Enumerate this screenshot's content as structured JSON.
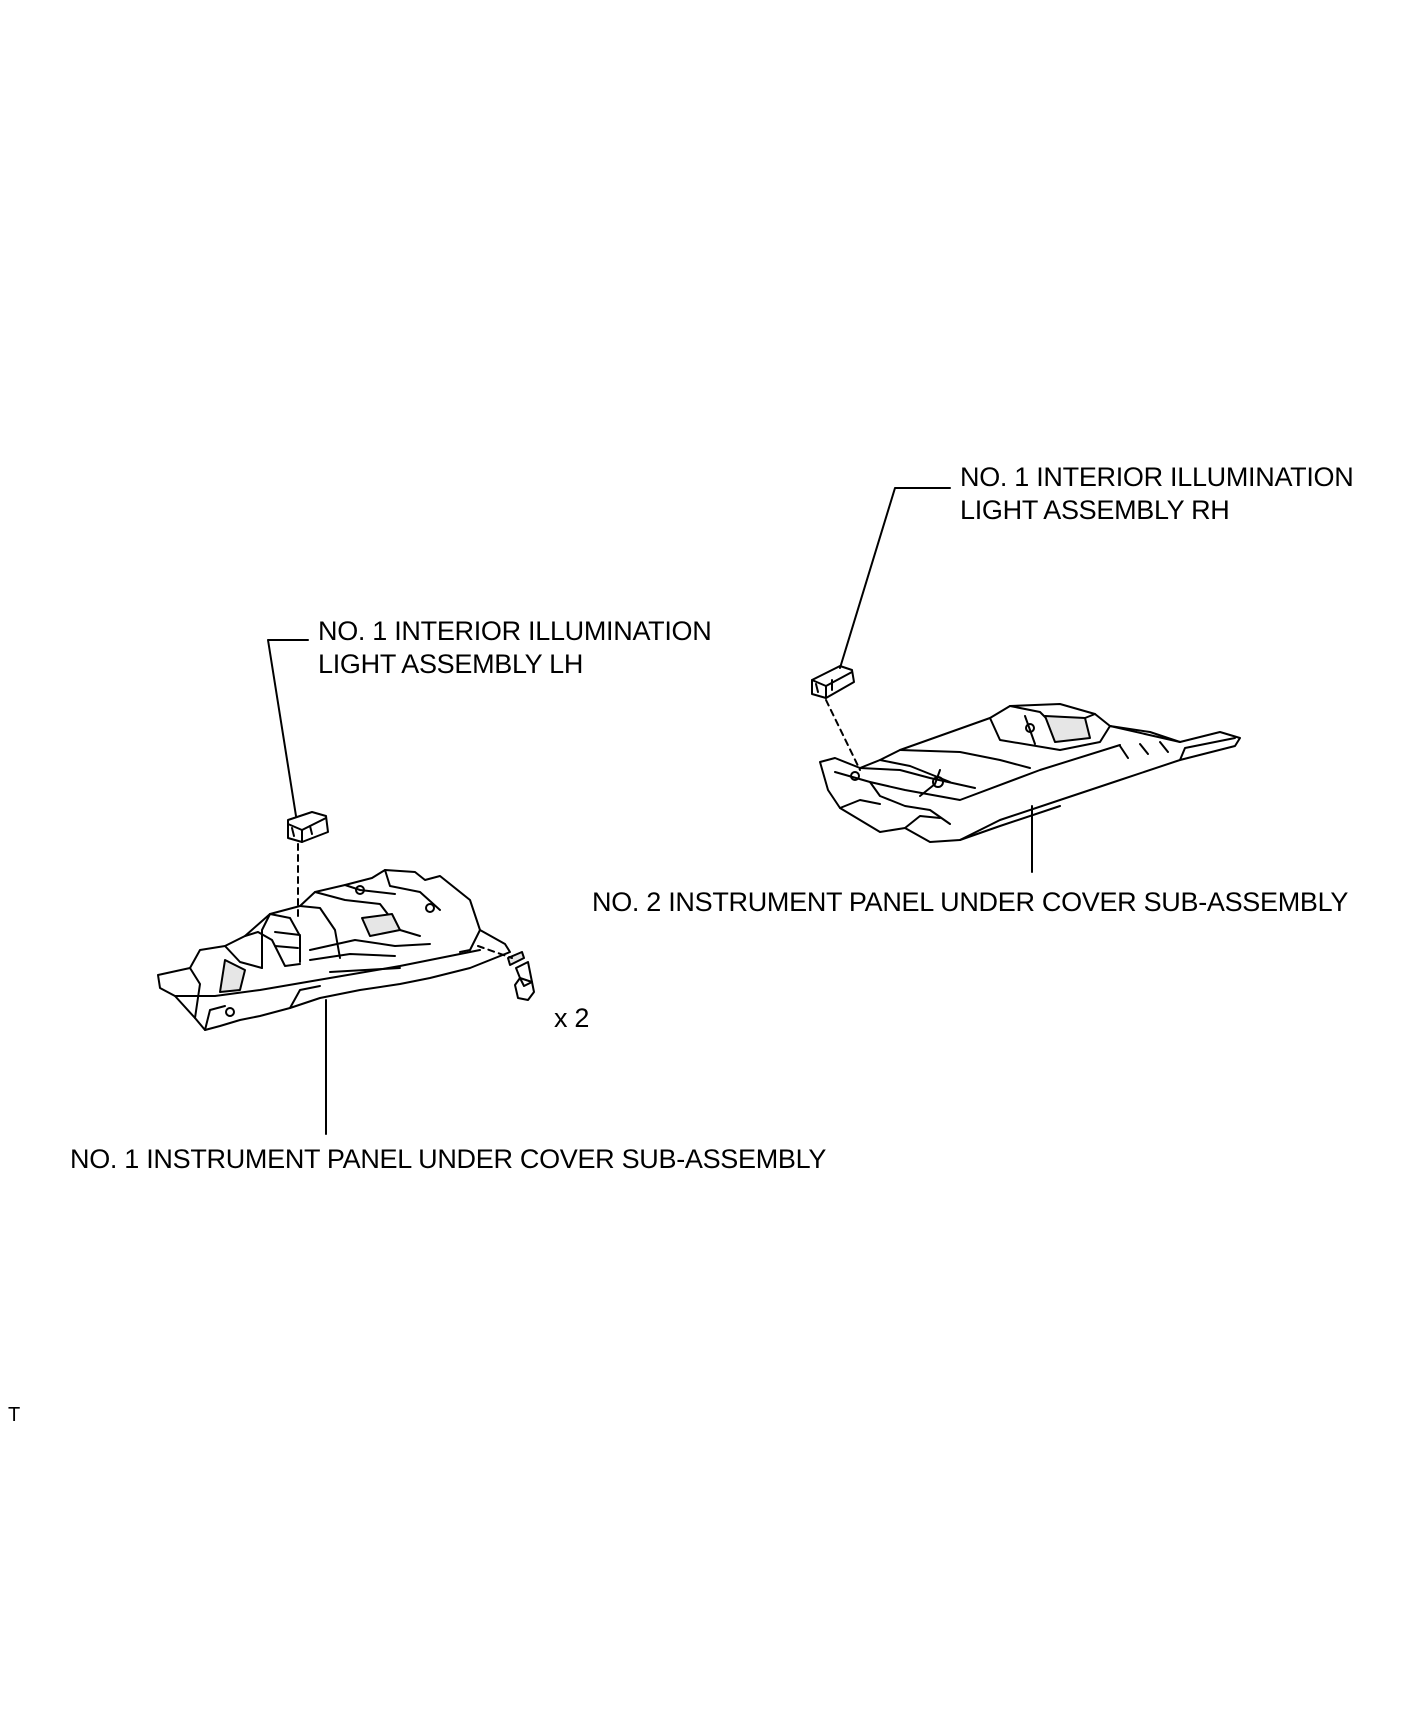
{
  "labels": {
    "light_rh": {
      "line1": "NO. 1 INTERIOR ILLUMINATION",
      "line2": "LIGHT ASSEMBLY RH"
    },
    "light_lh": {
      "line1": "NO. 1 INTERIOR ILLUMINATION",
      "line2": "LIGHT ASSEMBLY LH"
    },
    "under_cover_no2": "NO. 2 INSTRUMENT PANEL UNDER COVER SUB-ASSEMBLY",
    "under_cover_no1": "NO. 1 INSTRUMENT PANEL UNDER COVER SUB-ASSEMBLY",
    "screw_quantity": "x 2",
    "figure_code": "T"
  },
  "colors": {
    "line": "#000000",
    "part_fill": "#ffffff",
    "part_shade": "#e6e6e6",
    "background": "#ffffff"
  }
}
